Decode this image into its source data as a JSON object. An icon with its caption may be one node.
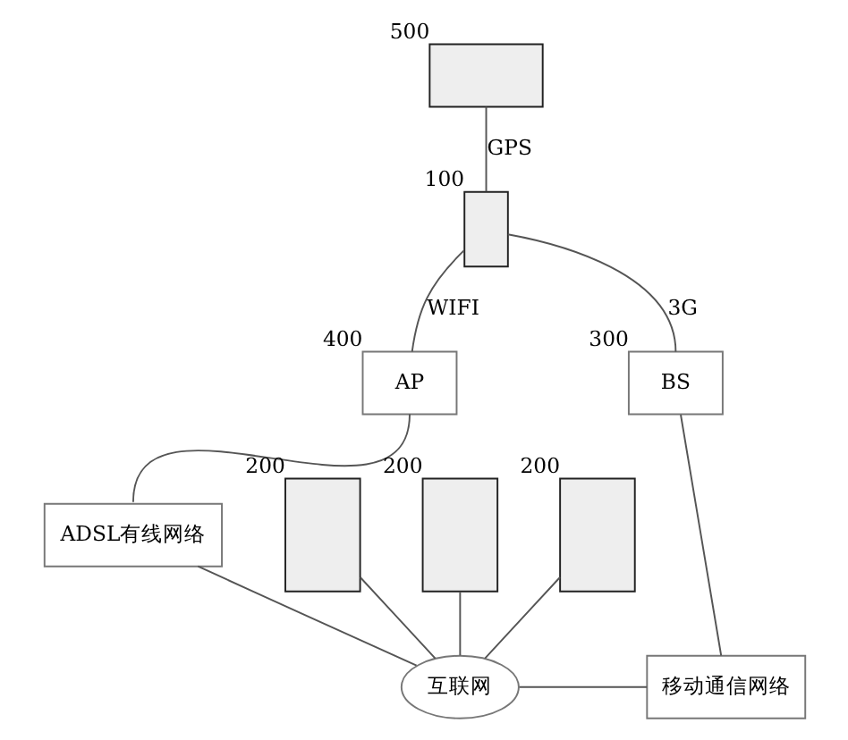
{
  "diagram": {
    "nodes": [
      {
        "text": [],
        "shape": "box",
        "beside": [
          "500"
        ]
      },
      {
        "text": [
          "AP"
        ],
        "beside": [
          "400"
        ]
      },
      {
        "text": [
          "ADSL有线网络"
        ]
      },
      {
        "text": [],
        "shape": "box",
        "beside": [
          "200"
        ]
      },
      {
        "text": [],
        "shape": "box",
        "beside": [
          "200"
        ]
      },
      {
        "text": [],
        "shape": "box",
        "beside": [
          "200"
        ]
      },
      {
        "text": [
          "互联网"
        ]
      },
      {
        "text": [],
        "shape": "box",
        "beside": [
          "100"
        ]
      },
      {
        "text": [
          "BS"
        ],
        "beside": [
          "300"
        ]
      },
      {
        "text": [
          "移动通信网络"
        ]
      }
    ],
    "edges": [
      {
        "from": 0,
        "to": 7,
        "arrow": "none",
        "label": "GPS"
      },
      {
        "from": 7,
        "to": 1,
        "arrow": "none",
        "label": "WIFI"
      },
      {
        "from": 7,
        "to": 8,
        "arrow": "none",
        "label": "3G"
      },
      {
        "from": 1,
        "to": 2,
        "arrow": "none"
      },
      {
        "from": 3,
        "to": 6,
        "arrow": "none"
      },
      {
        "from": 4,
        "to": 6,
        "arrow": "none"
      },
      {
        "from": 5,
        "to": 6,
        "arrow": "none"
      },
      {
        "from": 2,
        "to": 6,
        "arrow": "none"
      },
      {
        "from": 6,
        "to": 9,
        "arrow": "none"
      },
      {
        "from": 8,
        "to": 9,
        "arrow": "none"
      }
    ]
  }
}
